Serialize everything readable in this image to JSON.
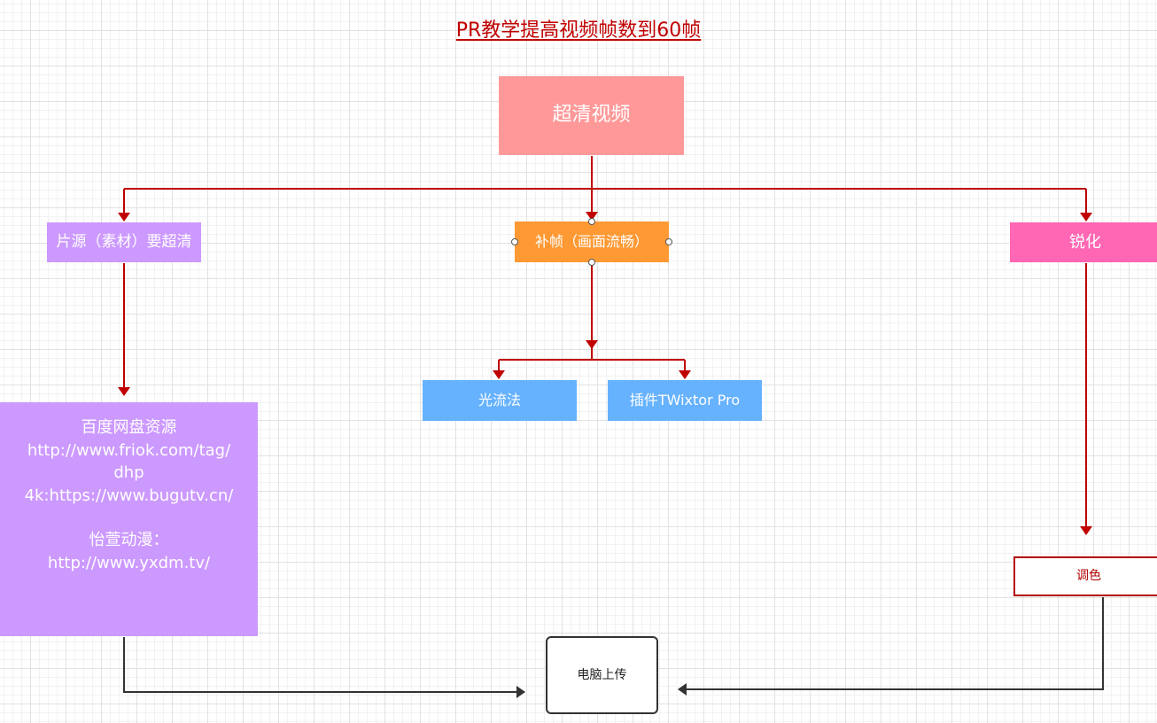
{
  "title": "PR教学提高视频帧数到60帧",
  "nodes": {
    "root": "超清视频",
    "source": "片源（素材）要超清",
    "frame_interp": "补帧（画面流畅）",
    "sharpen": "锐化",
    "optical_flow": "光流法",
    "plugin": "插件TWixtor Pro",
    "resources": {
      "lines": [
        "百度网盘资源",
        "http://www.friok.com/tag/",
        "dhp",
        "4k:https://www.bugutv.cn/",
        "",
        "怡萱动漫：",
        "http://www.yxdm.tv/"
      ]
    },
    "color_grade": "调色",
    "upload": "电脑上传"
  },
  "colors": {
    "red_arrow": "#c00000",
    "dark_arrow": "#333333",
    "title": "#c00000",
    "root_fill": "#ff9999",
    "purple_fill": "#cc99ff",
    "orange_fill": "#ff9933",
    "pink_fill": "#ff66b3",
    "blue_fill": "#66b2ff"
  }
}
